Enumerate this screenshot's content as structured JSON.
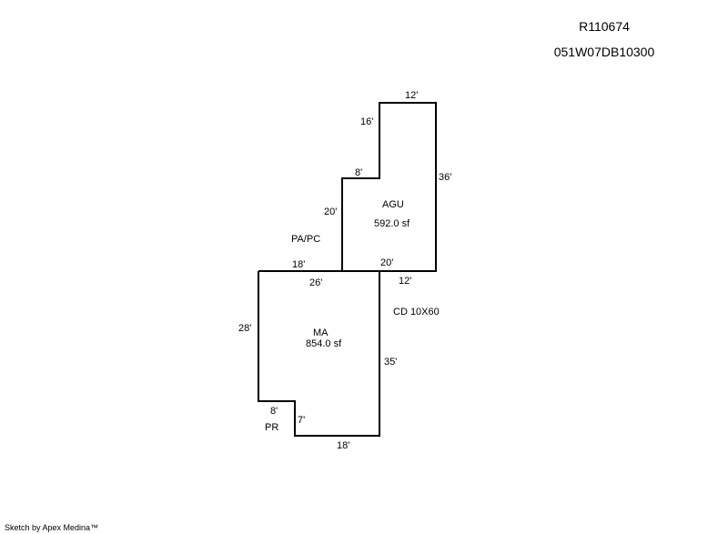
{
  "header": {
    "account_id": "R110674",
    "map_tax_lot": "051W07DB10300"
  },
  "areas": {
    "agu": {
      "code": "AGU",
      "area": "592.0 sf"
    },
    "ma": {
      "code": "MA",
      "area": "854.0 sf"
    },
    "pa_pc": {
      "code": "PA/PC"
    },
    "cd": {
      "code": "CD 10X60"
    },
    "pr": {
      "code": "PR"
    }
  },
  "dimensions": {
    "agu_top": "12'",
    "agu_left_upper": "16'",
    "agu_step": "8'",
    "agu_right": "36'",
    "agu_left_lower": "20'",
    "agu_bottom": "20'",
    "agu_bottom_right": "12'",
    "ma_top_left": "18'",
    "ma_top": "26'",
    "ma_left": "28'",
    "ma_right": "35'",
    "ma_notch_h": "8'",
    "ma_notch_v": "7'",
    "ma_bottom": "18'"
  },
  "footer": {
    "credit": "Sketch by Apex Medina™"
  }
}
